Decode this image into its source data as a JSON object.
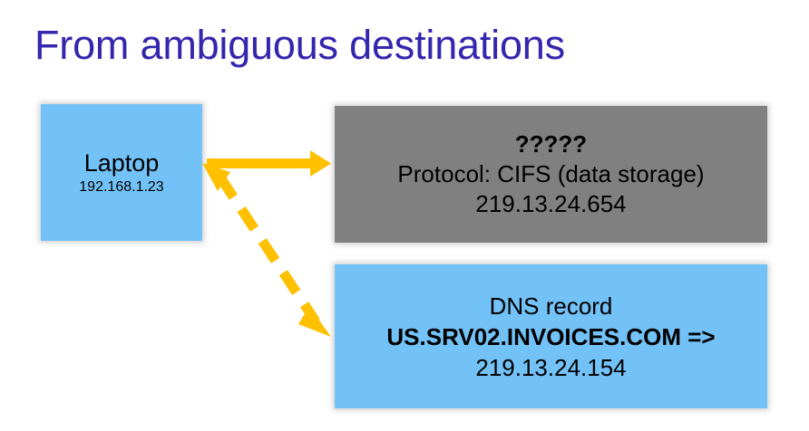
{
  "slide": {
    "title": "From ambiguous destinations",
    "background_color": "#FFFFFF",
    "title_color": "#3426AD"
  },
  "nodes": {
    "laptop": {
      "name": "Laptop",
      "ip": "192.168.1.23",
      "fill_color": "#73C2F7"
    },
    "server": {
      "unknown_label": "?????",
      "protocol_line": "Protocol: CIFS (data storage)",
      "ip": "219.13.24.654",
      "fill_color": "#808080"
    },
    "dns": {
      "title": "DNS record",
      "record": "US.SRV02.INVOICES.COM =>",
      "ip": "219.13.24.154",
      "fill_color": "#73C2F7"
    }
  },
  "connectors": {
    "color": "#FFC000",
    "laptop_to_server": {
      "style": "solid",
      "direction": "right",
      "from": "laptop",
      "to": "server"
    },
    "laptop_to_dns": {
      "style": "dashed",
      "direction": "bidirectional",
      "from": "laptop",
      "to": "dns"
    }
  }
}
